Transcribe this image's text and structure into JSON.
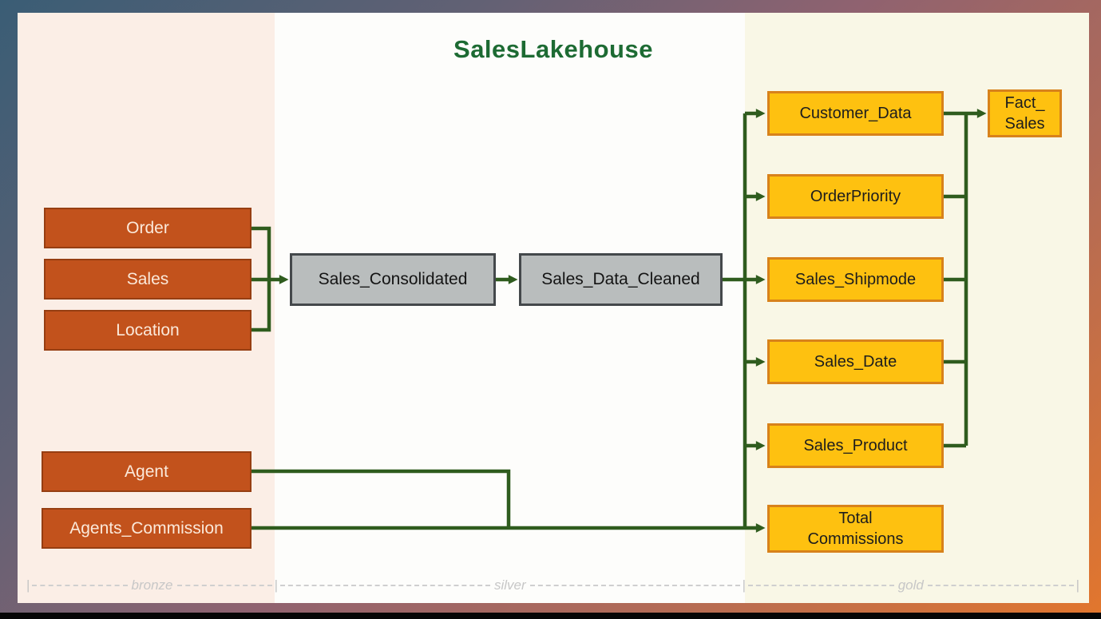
{
  "header": {
    "title": "SalesLakehouse"
  },
  "zones": {
    "bronze": {
      "label": "bronze"
    },
    "silver": {
      "label": "silver"
    },
    "gold": {
      "label": "gold"
    }
  },
  "ruler": {
    "pipe": "|"
  },
  "nodes": {
    "order": {
      "label": "Order"
    },
    "sales": {
      "label": "Sales"
    },
    "location": {
      "label": "Location"
    },
    "agent": {
      "label": "Agent"
    },
    "agents_commission": {
      "label": "Agents_Commission"
    },
    "sales_consolidated": {
      "label": "Sales_Consolidated"
    },
    "sales_data_cleaned": {
      "label": "Sales_Data_Cleaned"
    },
    "customer_data": {
      "label": "Customer_Data"
    },
    "order_priority": {
      "label": "OrderPriority"
    },
    "sales_shipmode": {
      "label": "Sales_Shipmode"
    },
    "sales_date": {
      "label": "Sales_Date"
    },
    "sales_product": {
      "label": "Sales_Product"
    },
    "total_commissions": {
      "label": "Total\nCommissions"
    },
    "fact_sales": {
      "label": "Fact_\nSales"
    }
  },
  "edges": [
    {
      "from": "Order",
      "to": "Sales_Consolidated"
    },
    {
      "from": "Sales",
      "to": "Sales_Consolidated"
    },
    {
      "from": "Location",
      "to": "Sales_Consolidated"
    },
    {
      "from": "Sales_Consolidated",
      "to": "Sales_Data_Cleaned"
    },
    {
      "from": "Sales_Data_Cleaned",
      "to": "Customer_Data"
    },
    {
      "from": "Sales_Data_Cleaned",
      "to": "OrderPriority"
    },
    {
      "from": "Sales_Data_Cleaned",
      "to": "Sales_Shipmode"
    },
    {
      "from": "Sales_Data_Cleaned",
      "to": "Sales_Date"
    },
    {
      "from": "Sales_Data_Cleaned",
      "to": "Sales_Product"
    },
    {
      "from": "Sales_Data_Cleaned",
      "to": "Total Commissions"
    },
    {
      "from": "Agent",
      "to": "Total Commissions"
    },
    {
      "from": "Agents_Commission",
      "to": "Total Commissions"
    },
    {
      "from": "Customer_Data",
      "to": "Fact_Sales"
    },
    {
      "from": "OrderPriority",
      "to": "Fact_Sales"
    },
    {
      "from": "Sales_Shipmode",
      "to": "Fact_Sales"
    },
    {
      "from": "Sales_Date",
      "to": "Fact_Sales"
    },
    {
      "from": "Sales_Product",
      "to": "Fact_Sales"
    }
  ],
  "colors": {
    "bronze_node_fill": "#c2521c",
    "silver_node_fill": "#b9bdbd",
    "gold_node_fill": "#fec110",
    "gold_node_border": "#d8821b",
    "connector_green": "#2f5c1e",
    "title_green": "#1d6b33",
    "bronze_zone_bg": "#fbeee6",
    "silver_zone_bg": "#fdfdfb",
    "gold_zone_bg": "#f9f7e6"
  }
}
